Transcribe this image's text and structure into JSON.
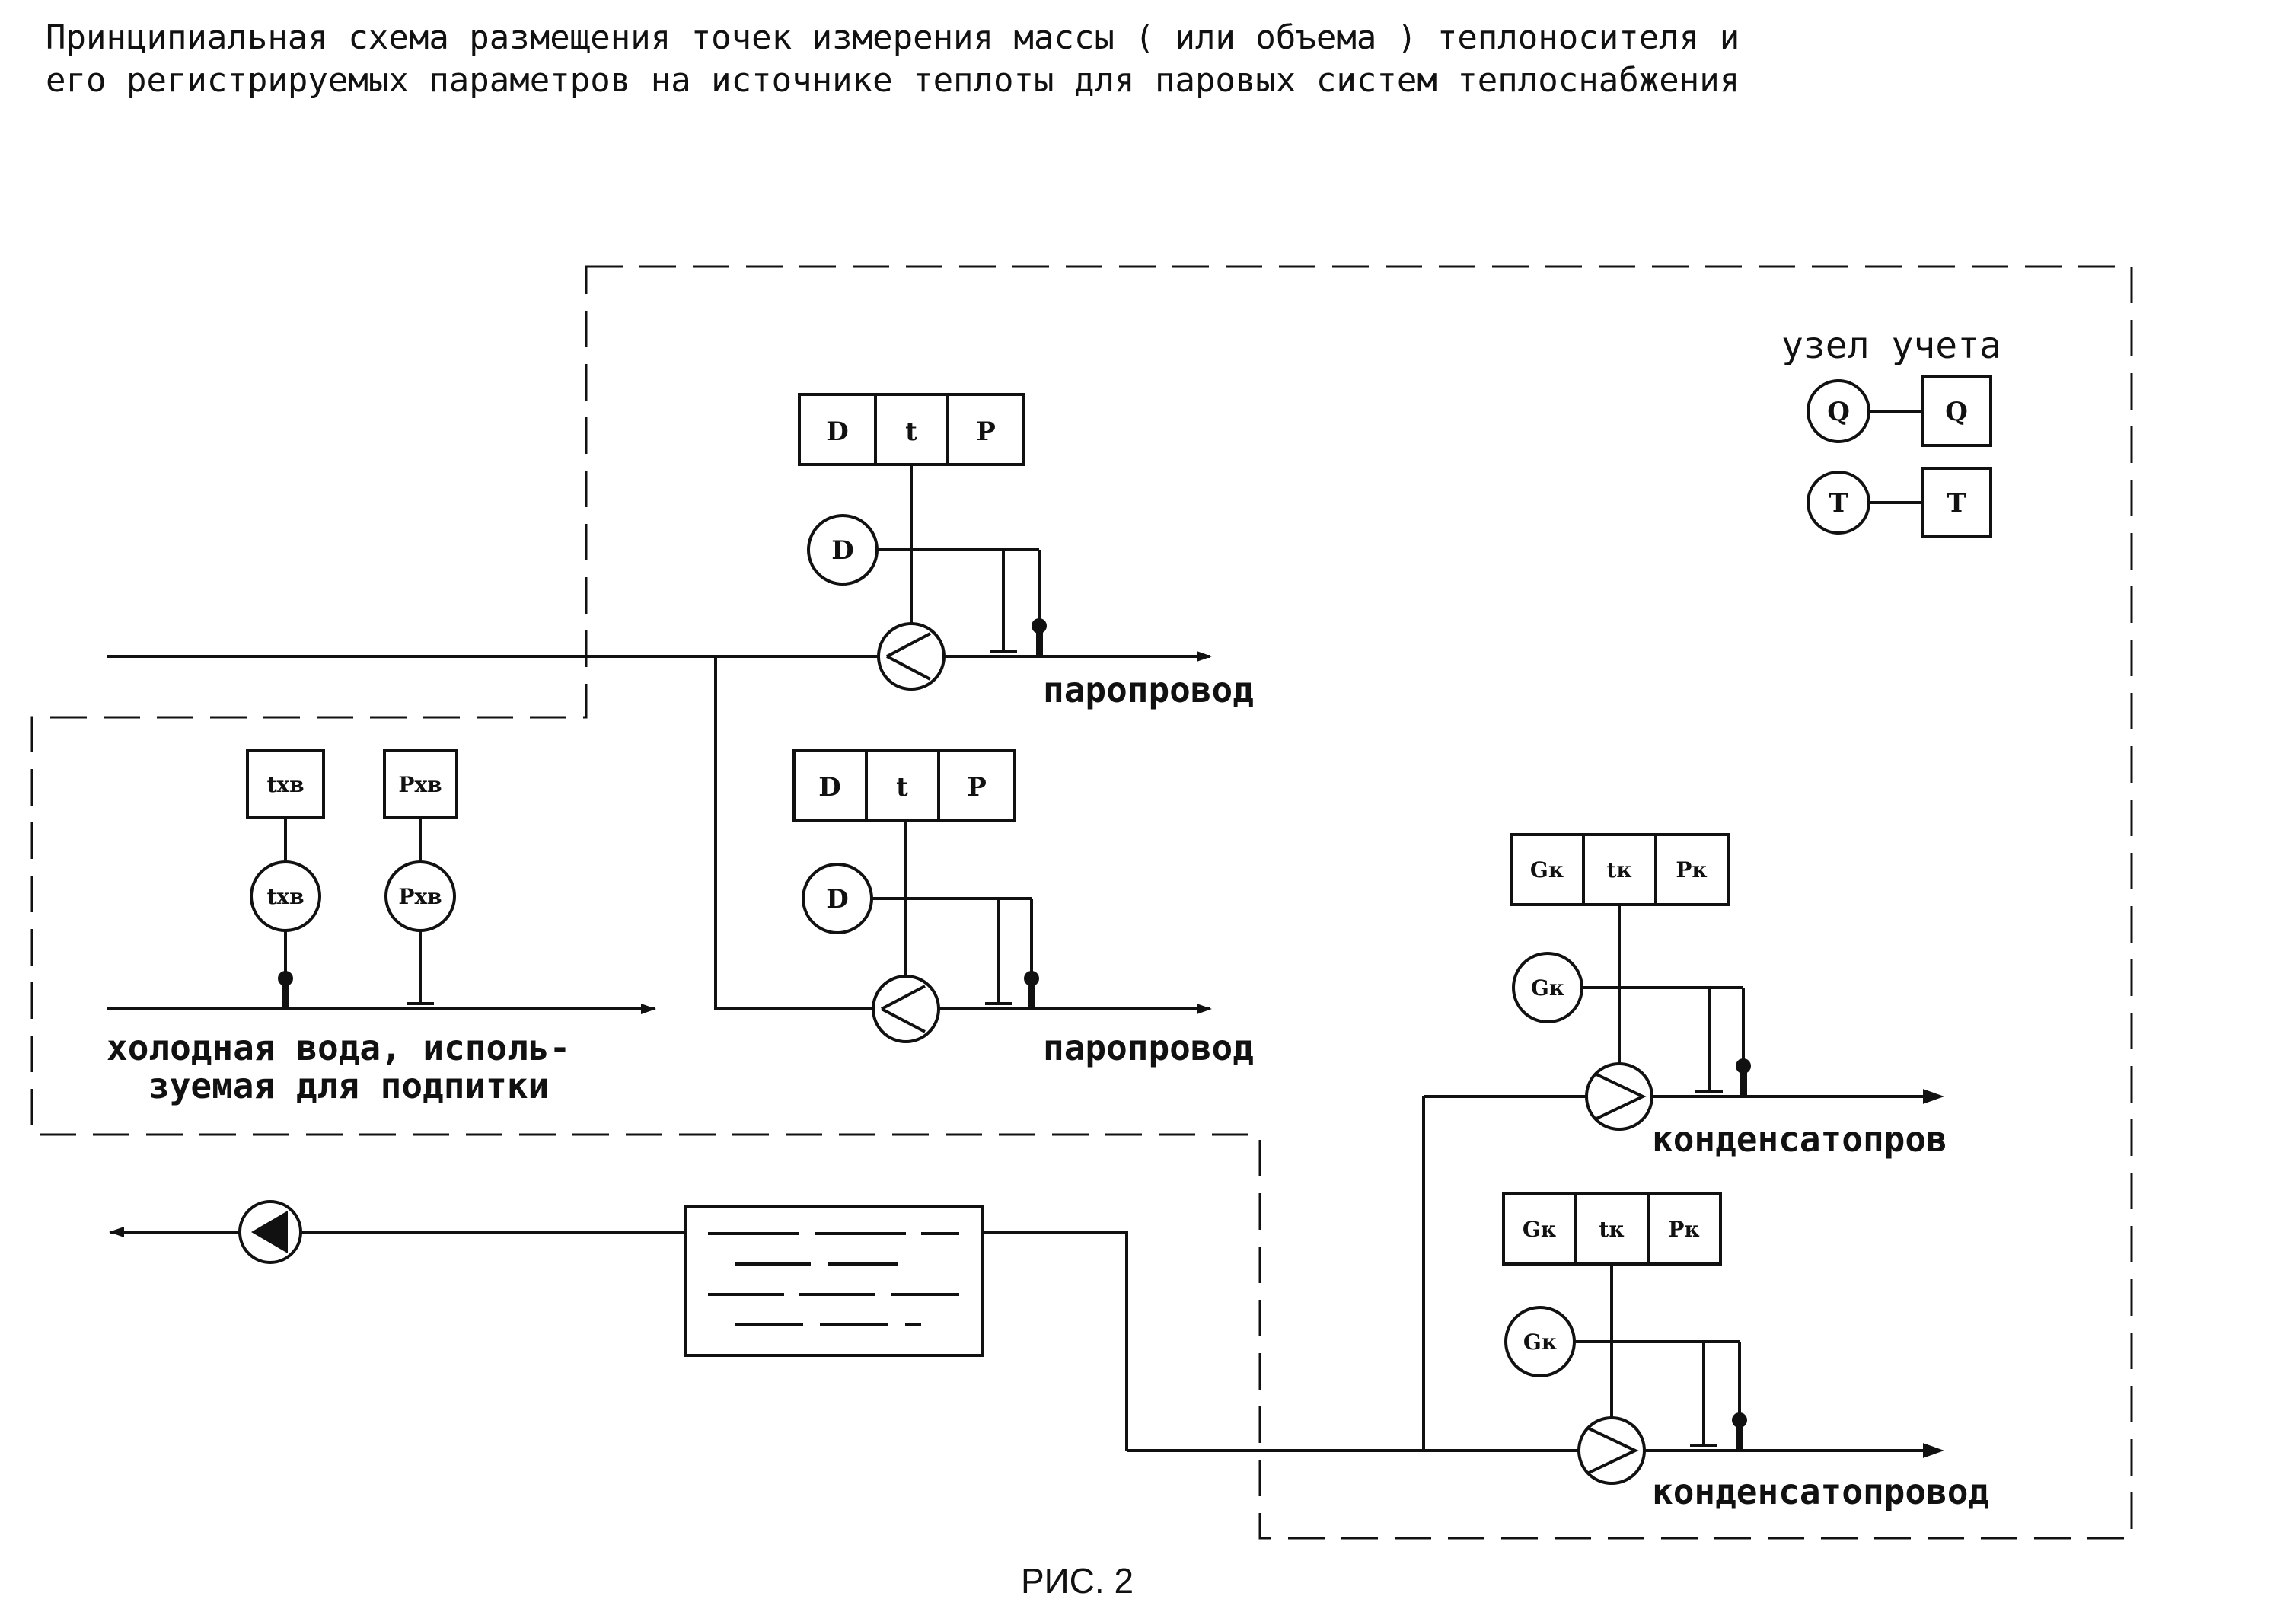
{
  "title": {
    "line1": "Принципиальная схема размещения точек измерения массы ( или объема ) теплоносителя и",
    "line2": "его регистрируемых параметров на источнике теплоты для паровых систем теплоснабжения"
  },
  "legend": {
    "heading": "узел учета",
    "q_label": "Q",
    "t_label": "T"
  },
  "steam_line_1": {
    "boxes": [
      "D",
      "t",
      "P"
    ],
    "sensor": "D",
    "label": "паропровод"
  },
  "steam_line_2": {
    "boxes": [
      "D",
      "t",
      "P"
    ],
    "sensor": "D",
    "label": "паропровод"
  },
  "cold_water": {
    "box_t": "tхв",
    "box_p": "Pхв",
    "sensor_t": "tхв",
    "sensor_p": "Pхв",
    "label_line1": "холодная вода, исполь-",
    "label_line2": "зуемая для подпитки"
  },
  "condensate_line_1": {
    "boxes": [
      "Gк",
      "tк",
      "Pк"
    ],
    "sensor": "Gк",
    "label": "конденсатопров"
  },
  "condensate_line_2": {
    "boxes": [
      "Gк",
      "tк",
      "Pк"
    ],
    "sensor": "Gк",
    "label": "конденсатопровод"
  },
  "figure_caption": "РИС. 2"
}
